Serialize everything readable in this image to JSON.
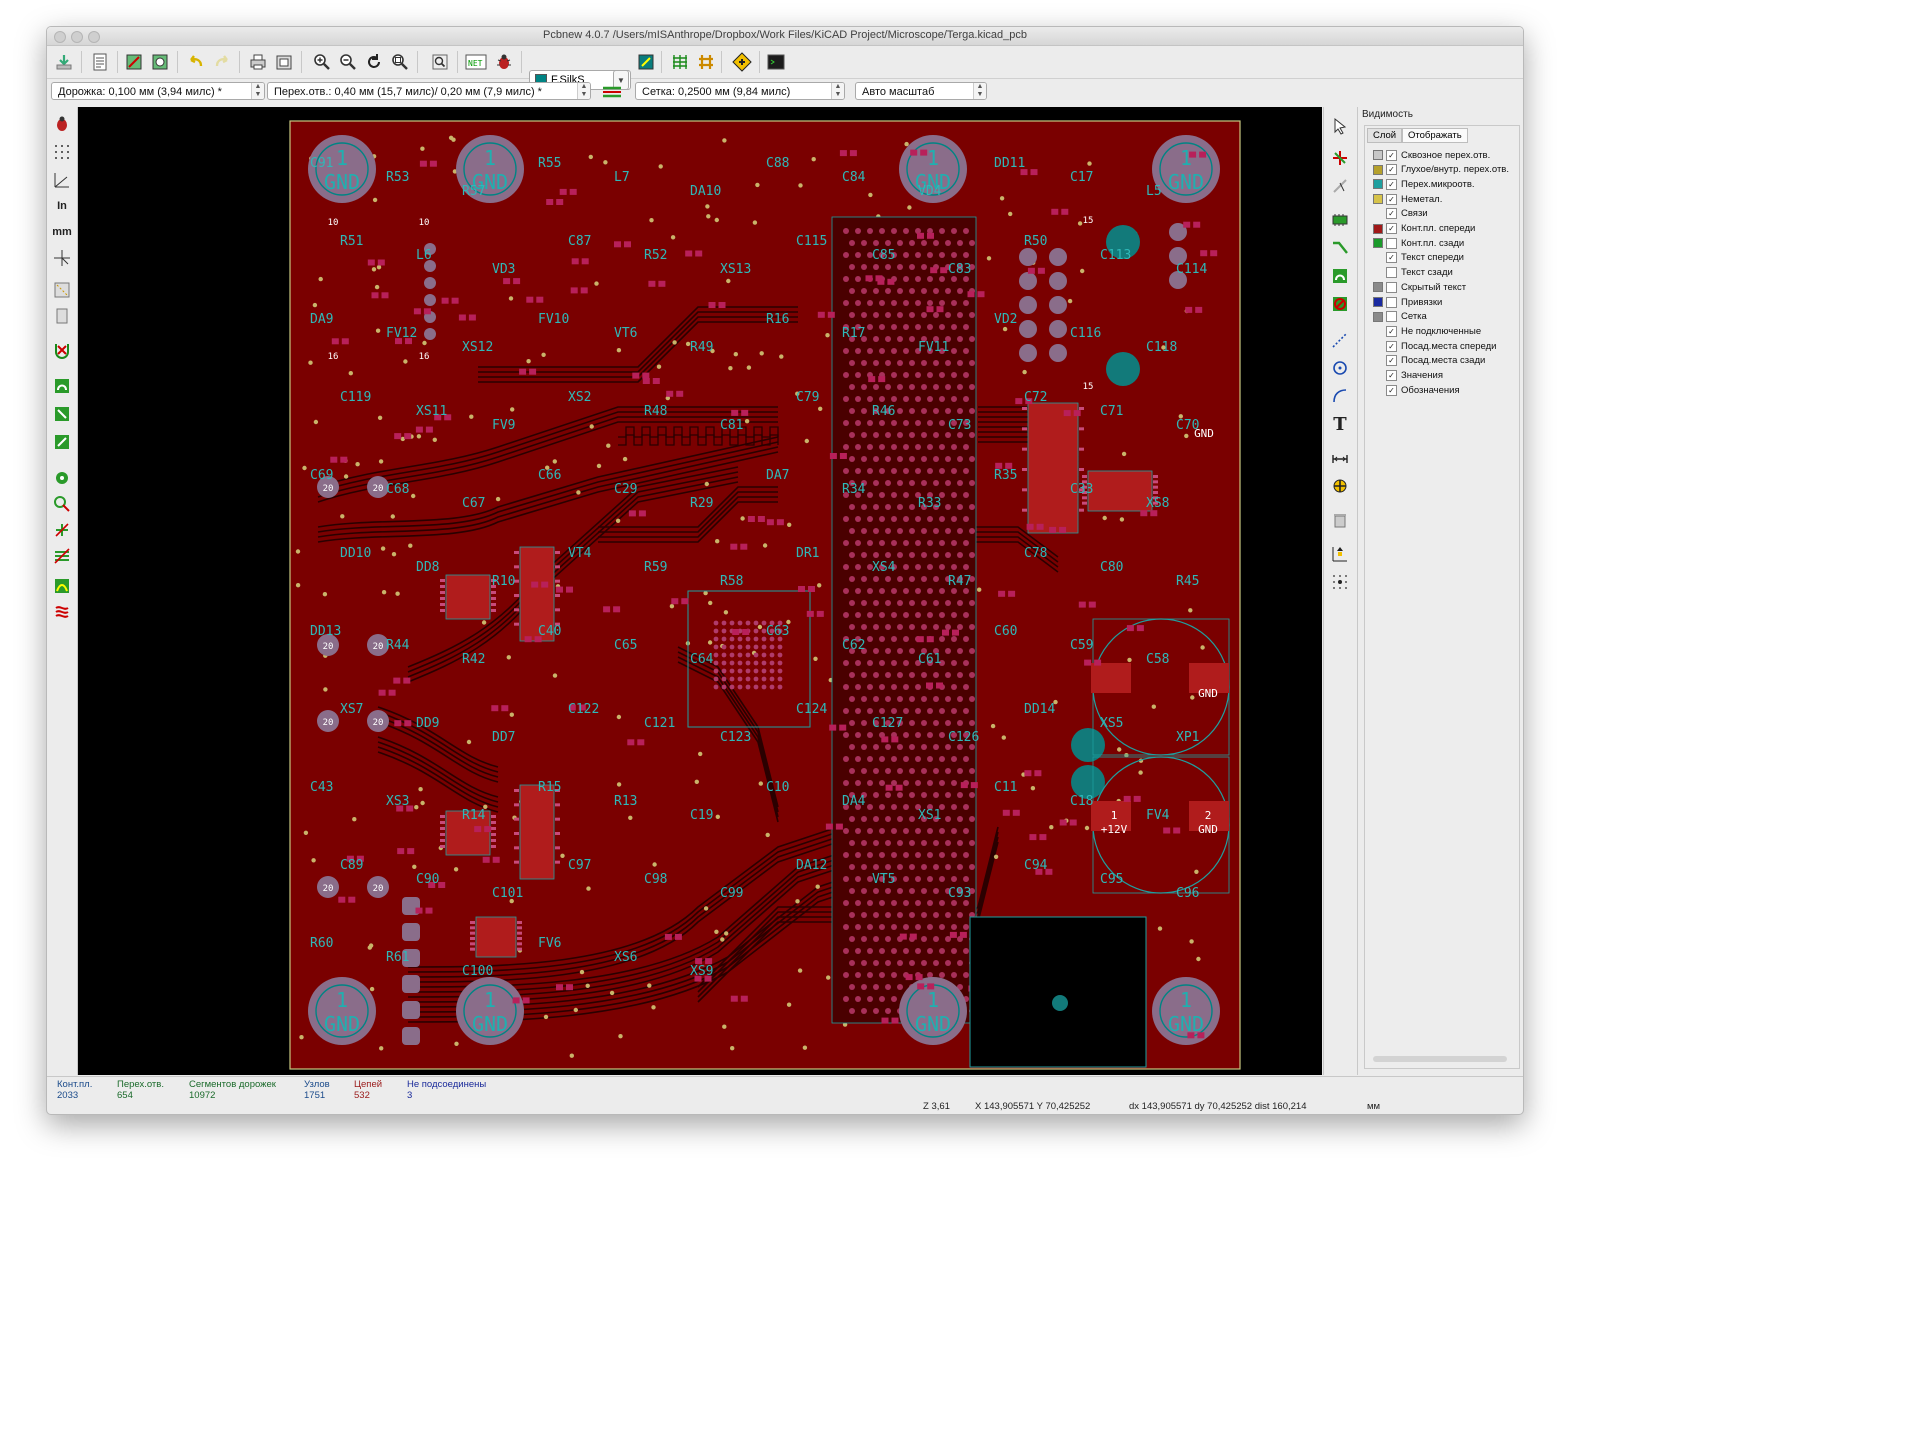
{
  "window": {
    "title": "Pcbnew 4.0.7 /Users/mISAnthrope/Dropbox/Work Files/KiCAD Project/Microscope/Terga.kicad_pcb"
  },
  "toolbar": {
    "active_layer": "F.SilkS",
    "layer_color": "#008484",
    "icons": [
      "save-board-icon",
      "page-settings-icon",
      "load-module-icon",
      "library-browser-icon",
      "undo-icon",
      "redo-icon",
      "print-icon",
      "plot-icon",
      "zoom-in-icon",
      "zoom-out-icon",
      "redraw-icon",
      "zoom-fit-icon",
      "find-icon",
      "netlist-icon",
      "drc-icon",
      "layer-pair-icon",
      "autoplace-icon",
      "router-icon",
      "highlight-icon",
      "scripting-icon"
    ]
  },
  "options_bar": {
    "track": "Дорожка: 0,100 мм (3,94 милс) *",
    "via": "Перех.отв.: 0,40 мм (15,7 милс)/ 0,20 мм (7,9 милс) *",
    "grid": "Сетка: 0,2500 мм (9,84 милс)",
    "zoom": "Авто масштаб"
  },
  "visibility_panel": {
    "title": "Видимость",
    "tabs": [
      "Слой",
      "Отображать"
    ],
    "items": [
      {
        "label": "Сквозное перех.отв.",
        "checked": true,
        "color": "#c8c8c8"
      },
      {
        "label": "Глухое/внутр. перех.отв.",
        "checked": true,
        "color": "#b5a02c"
      },
      {
        "label": "Перех.микроотв.",
        "checked": true,
        "color": "#1f9f9f"
      },
      {
        "label": "Неметал.",
        "checked": true,
        "color": "#d6c34a"
      },
      {
        "label": "Связи",
        "checked": true,
        "color": ""
      },
      {
        "label": "Конт.пл. спереди",
        "checked": true,
        "color": "#a01818"
      },
      {
        "label": "Конт.пл. сзади",
        "checked": false,
        "color": "#1a9a2a"
      },
      {
        "label": "Текст спереди",
        "checked": true,
        "color": ""
      },
      {
        "label": "Текст сзади",
        "checked": false,
        "color": ""
      },
      {
        "label": "Скрытый текст",
        "checked": false,
        "color": "#8a8a8a"
      },
      {
        "label": "Привязки",
        "checked": false,
        "color": "#1a2aa0"
      },
      {
        "label": "Сетка",
        "checked": false,
        "color": "#8a8a8a"
      },
      {
        "label": "Не подключенные",
        "checked": true,
        "color": ""
      },
      {
        "label": "Посад.места спереди",
        "checked": true,
        "color": ""
      },
      {
        "label": "Посад.места сзади",
        "checked": true,
        "color": ""
      },
      {
        "label": "Значения",
        "checked": true,
        "color": ""
      },
      {
        "label": "Обозначения",
        "checked": true,
        "color": ""
      }
    ]
  },
  "status": {
    "pads_label": "Конт.пл.",
    "pads_value": "2033",
    "vias_label": "Перех.отв.",
    "vias_value": "654",
    "segments_label": "Сегментов дорожек",
    "segments_value": "10972",
    "nodes_label": "Узлов",
    "nodes_value": "1751",
    "nets_label": "Цепей",
    "nets_value": "532",
    "unconnected_label": "Не подсоединены",
    "unconnected_value": "3",
    "zoom": "Z 3,61",
    "xy": "X 143,905571  Y 70,425252",
    "delta": "dx 143,905571  dy 70,425252  dist 160,214",
    "units": "мм"
  },
  "board": {
    "copper_color": "#7a0000",
    "mount_hole_number": "1",
    "mount_hole_label": "GND",
    "labels": [
      "C91",
      "R53",
      "R57",
      "R55",
      "L7",
      "DA10",
      "C88",
      "C84",
      "VD4",
      "DD11",
      "C17",
      "L5",
      "R51",
      "L6",
      "VD3",
      "C87",
      "R52",
      "XS13",
      "C115",
      "C85",
      "C83",
      "R50",
      "C113",
      "C114",
      "DA9",
      "FV12",
      "XS12",
      "FV10",
      "VT6",
      "R49",
      "R16",
      "R17",
      "FV11",
      "VD2",
      "C116",
      "C118",
      "C119",
      "XS11",
      "FV9",
      "XS2",
      "R48",
      "C81",
      "C79",
      "R46",
      "C73",
      "C72",
      "C71",
      "C70",
      "C69",
      "C68",
      "C67",
      "C66",
      "C29",
      "R29",
      "DA7",
      "R34",
      "R33",
      "R35",
      "C33",
      "XS8",
      "DD10",
      "DD8",
      "R10",
      "VT4",
      "R59",
      "R58",
      "DR1",
      "XS4",
      "R47",
      "C78",
      "C80",
      "R45",
      "DD13",
      "R44",
      "R42",
      "C40",
      "C65",
      "C64",
      "C63",
      "C62",
      "C61",
      "C60",
      "C59",
      "C58",
      "XS7",
      "DD9",
      "DD7",
      "C122",
      "C121",
      "C123",
      "C124",
      "C127",
      "C126",
      "DD14",
      "XS5",
      "XP1",
      "C43",
      "XS3",
      "R14",
      "R15",
      "R13",
      "C19",
      "C10",
      "DA4",
      "XS1",
      "C11",
      "C18",
      "FV4",
      "C89",
      "C90",
      "C101",
      "C97",
      "C98",
      "C99",
      "DA12",
      "VT5",
      "C93",
      "C94",
      "C95",
      "C96",
      "R60",
      "R61",
      "C100",
      "FV6",
      "XS6",
      "XS9"
    ],
    "pin_numbers": [
      "10",
      "10",
      "16",
      "16",
      "20",
      "20",
      "20",
      "20",
      "20",
      "20",
      "20",
      "20",
      "15",
      "15"
    ],
    "pad_texts": [
      "+12V",
      "GND",
      "GND",
      "GND",
      "1",
      "2"
    ]
  }
}
